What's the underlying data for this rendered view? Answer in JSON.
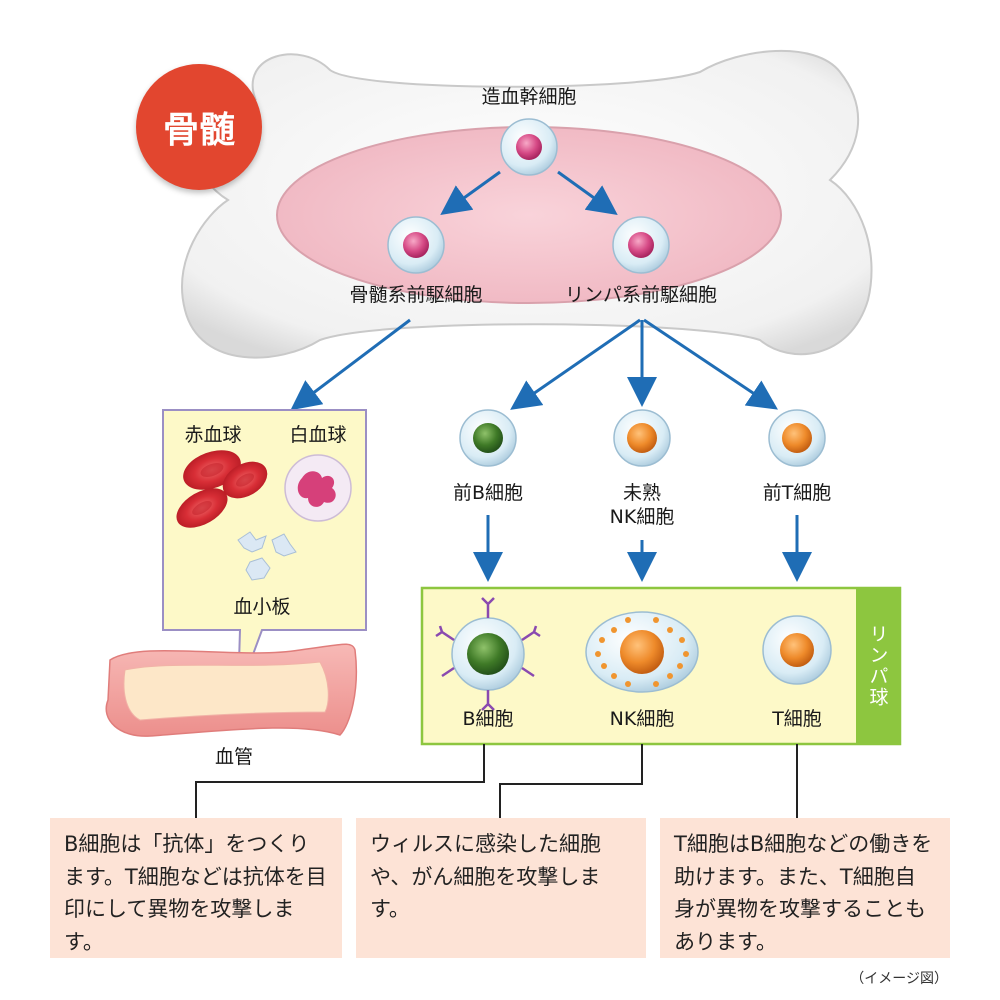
{
  "labels": {
    "bone_marrow": "骨髄",
    "hsc": "造血幹細胞",
    "myeloid_progenitor": "骨髄系前駆細胞",
    "lymphoid_progenitor": "リンパ系前駆細胞",
    "red_blood_cell": "赤血球",
    "white_blood_cell": "白血球",
    "platelet": "血小板",
    "blood_vessel": "血管",
    "pre_b": "前B細胞",
    "immature_nk_line1": "未熟",
    "immature_nk_line2": "NK細胞",
    "pre_t": "前T細胞",
    "b_cell": "B細胞",
    "nk_cell": "NK細胞",
    "t_cell": "T細胞",
    "lymphocyte": "リンパ球",
    "image_note": "（イメージ図）"
  },
  "descriptions": {
    "b_cell": "B細胞は「抗体」をつくります。T細胞などは抗体を目印にして異物を攻撃します。",
    "nk_cell": "ウィルスに感染した細胞や、がん細胞を攻撃します。",
    "t_cell": "T細胞はB細胞などの働きを助けます。また、T細胞自身が異物を攻撃することもあります。"
  },
  "colors": {
    "arrow": "#1f6db5",
    "badge": "#e2462f",
    "lymph_green": "#8dc63f",
    "callout_fill": "#fdf9c8",
    "callout_border": "#9b8fc4",
    "desc_fill": "#fde3d6"
  }
}
